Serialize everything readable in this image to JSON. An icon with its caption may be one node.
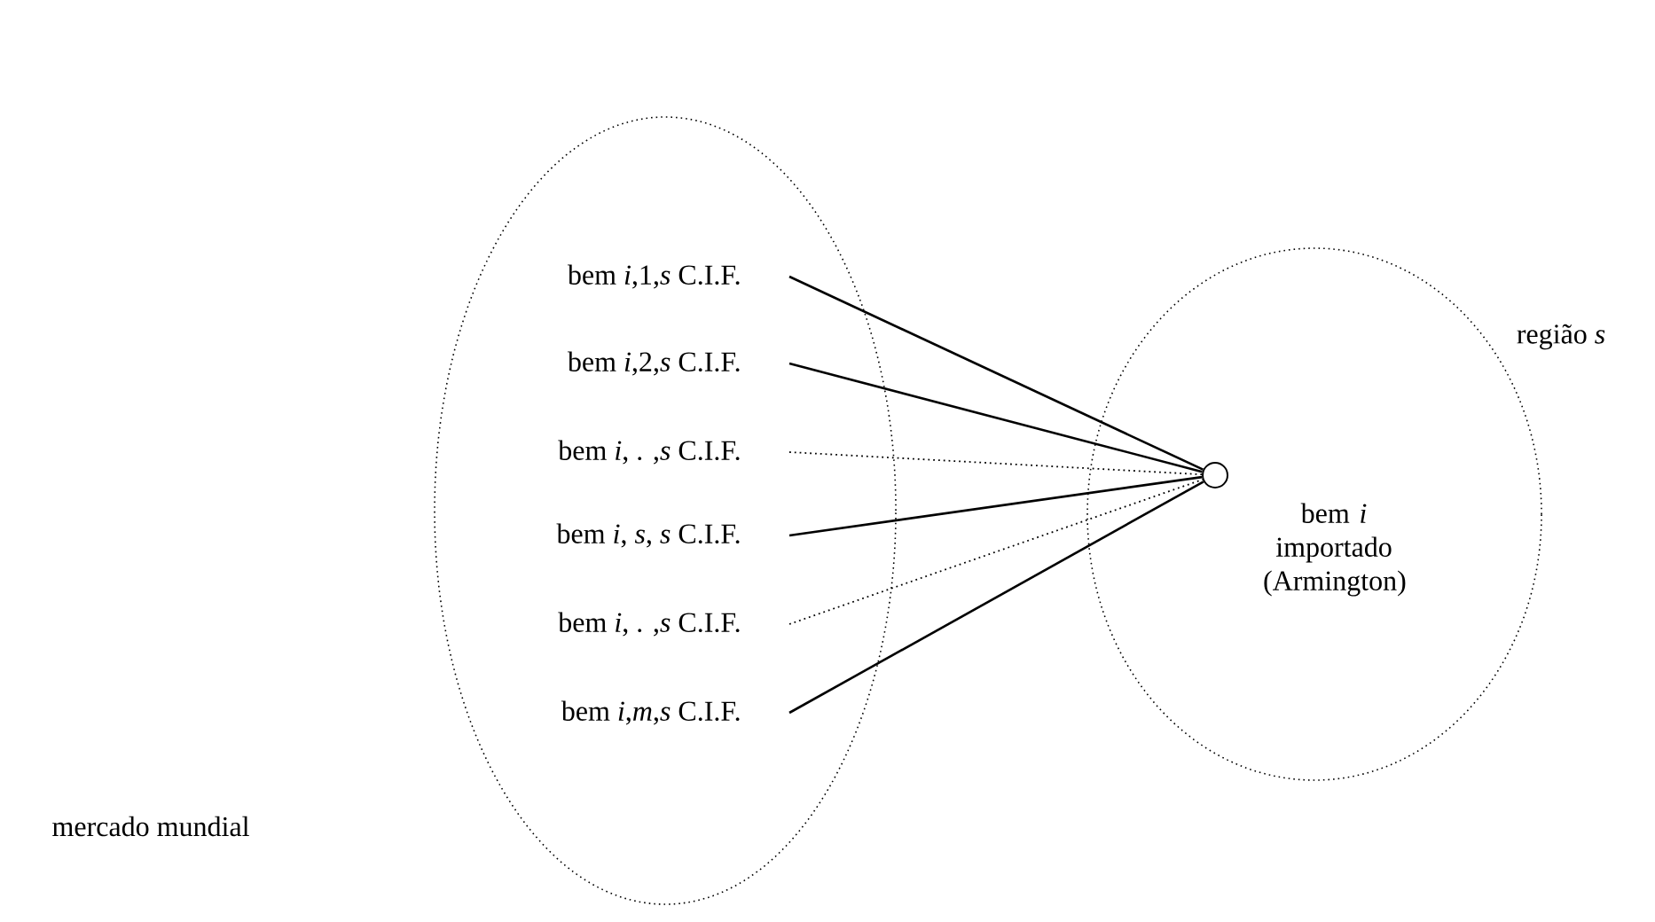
{
  "diagram": {
    "nodes": [
      {
        "text": [],
        "shape": "ellipse"
      },
      {
        "text": [
          "região *s*",
          "bem *i* importado (Armington)"
        ]
      },
      {
        "text": [
          "bem *i*,1,*s* C.I.F."
        ],
        "in": 0
      },
      {
        "text": [
          "bem *i*,2,*s* C.I.F."
        ],
        "in": 0
      },
      {
        "text": [
          "bem *i*, . ,*s* C.I.F."
        ],
        "in": 0
      },
      {
        "text": [
          "bem *i*, *s*, *s* C.I.F."
        ],
        "in": 0
      },
      {
        "text": [
          "bem *i*, . ,*s* C.I.F."
        ],
        "in": 0
      },
      {
        "text": [
          "bem *i*,*m*,*s* C.I.F."
        ],
        "in": 0
      },
      {
        "text": [],
        "shape": "circle",
        "in": 1
      }
    ],
    "edges": [
      {
        "from": 2,
        "to": 8,
        "arrow": "none"
      },
      {
        "from": 3,
        "to": 8,
        "arrow": "none"
      },
      {
        "from": 4,
        "to": 8,
        "arrow": "none",
        "style": "dashed"
      },
      {
        "from": 5,
        "to": 8,
        "arrow": "none"
      },
      {
        "from": 6,
        "to": 8,
        "arrow": "none",
        "style": "dashed"
      },
      {
        "from": 7,
        "to": 8,
        "arrow": "none"
      }
    ],
    "labels": [
      "mercado mundial"
    ]
  }
}
